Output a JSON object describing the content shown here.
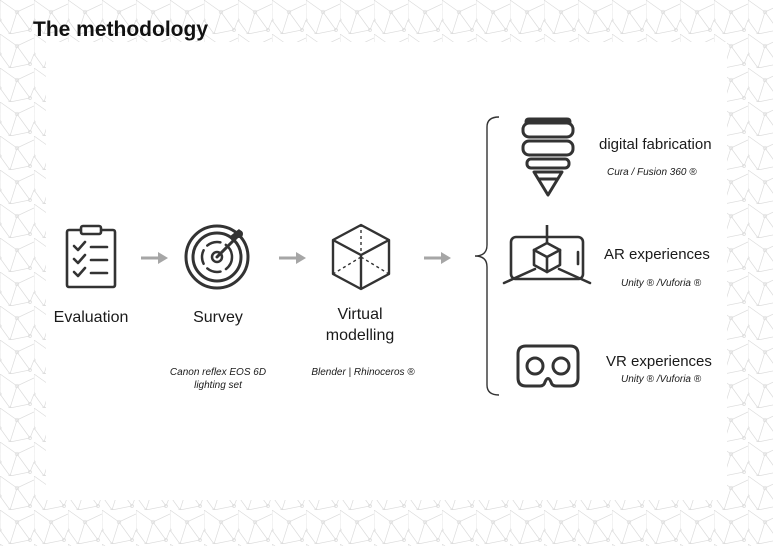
{
  "title": "The methodology",
  "colors": {
    "icon": "#333333",
    "arrow": "#a6a6a6",
    "pattern": "#d9d9d9"
  },
  "steps": [
    {
      "label": "Evaluation",
      "note": "",
      "icon": "clipboard-checklist-icon"
    },
    {
      "label": "Survey",
      "note_line1": "Canon reflex EOS 6D",
      "note_line2": "lighting set",
      "icon": "radar-survey-icon"
    },
    {
      "label_line1": "Virtual",
      "label_line2": "modelling",
      "note": "Blender | Rhinoceros ®",
      "icon": "cube-icon"
    }
  ],
  "outputs": [
    {
      "label": "digital fabrication",
      "note": "Cura / Fusion 360 ®",
      "icon": "3d-printer-nozzle-icon"
    },
    {
      "label": "AR experiences",
      "note": "Unity ® /Vuforia ®",
      "icon": "ar-phone-cube-icon"
    },
    {
      "label": "VR experiences",
      "note": "Unity ® /Vuforia ®",
      "icon": "vr-headset-icon"
    }
  ]
}
